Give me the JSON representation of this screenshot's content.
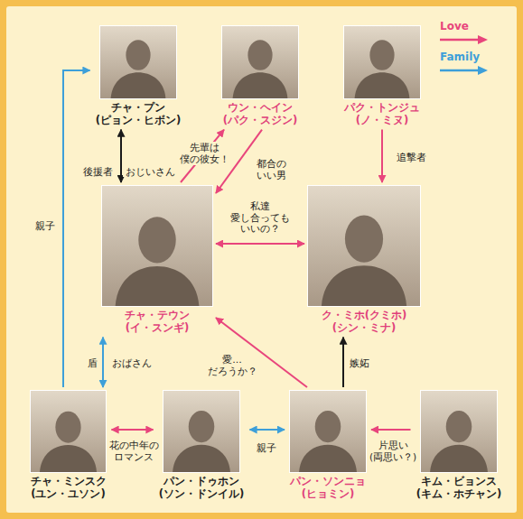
{
  "diagram": {
    "nodes": [
      {
        "text": [
          "チャ・プン (ピョン・ヒボン)"
        ]
      },
      {
        "text": [
          "ウン・ヘイン (パク・スジン)"
        ]
      },
      {
        "text": [
          "パク・トンジュ (ノ・ミヌ)"
        ]
      },
      {
        "text": [
          "チャ・テウン (イ・スンギ)"
        ]
      },
      {
        "text": [
          "ク・ミホ(クミホ) (シン・ミナ)"
        ]
      },
      {
        "text": [
          "チャ・ミンスク (ユン・ユソン)"
        ]
      },
      {
        "text": [
          "パン・ドゥホン (ソン・ドンイル)"
        ]
      },
      {
        "text": [
          "パン・ソンニョ (ヒョミン)"
        ]
      },
      {
        "text": [
          "キム・ビョンス (キム・ホチャン)"
        ]
      }
    ],
    "edges": [
      {
        "from": 3,
        "to": 0,
        "arrow": "both",
        "label": "後援者"
      },
      {
        "from": 3,
        "to": 1,
        "arrow": "to",
        "label": "先輩は 僕の彼女！"
      },
      {
        "from": 1,
        "to": 3,
        "arrow": "to",
        "label": "都合の いい男"
      },
      {
        "from": 2,
        "to": 4,
        "arrow": "to",
        "label": "追撃者"
      },
      {
        "from": 3,
        "to": 4,
        "arrow": "both",
        "label": "私達 愛し合っても いいの？"
      },
      {
        "from": 5,
        "to": 0,
        "arrow": "to",
        "label": "親子"
      },
      {
        "from": 3,
        "to": 5,
        "arrow": "both",
        "label": "盾"
      },
      {
        "from": 7,
        "to": 3,
        "arrow": "to",
        "label": "愛… だろうか？"
      },
      {
        "from": 7,
        "to": 4,
        "arrow": "to",
        "label": "嫉妬"
      },
      {
        "from": 5,
        "to": 6,
        "arrow": "both",
        "label": "花の中年の ロマンス"
      },
      {
        "from": 6,
        "to": 7,
        "arrow": "both",
        "label": "親子"
      },
      {
        "from": 8,
        "to": 7,
        "arrow": "to",
        "label": "片思い (両思い？)"
      }
    ],
    "labels": [
      "おじいさん",
      "おばさん"
    ],
    "legend": [
      {
        "text": "Love",
        "color": "#e8457c"
      },
      {
        "text": "Family",
        "color": "#3d9fd9"
      }
    ]
  }
}
